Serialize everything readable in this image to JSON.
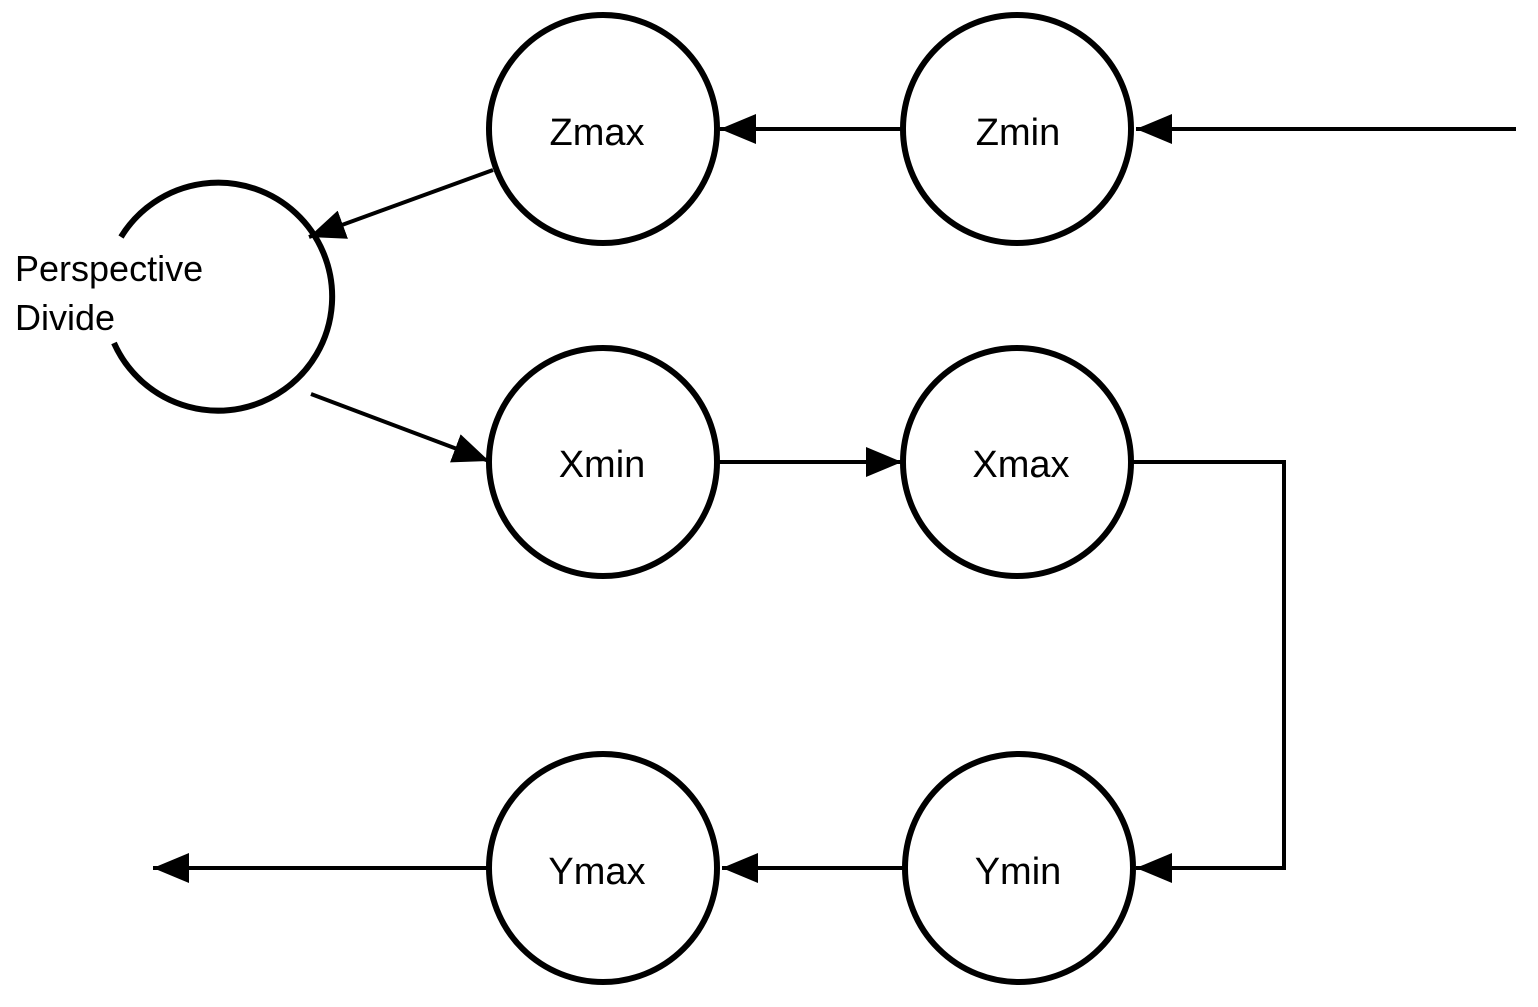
{
  "diagram": {
    "nodes": {
      "zmin": "Zmin",
      "zmax": "Zmax",
      "xmin": "Xmin",
      "xmax": "Xmax",
      "ymin": "Ymin",
      "ymax": "Ymax",
      "perspective_line1": "Perspective",
      "perspective_line2": "Divide"
    },
    "colors": {
      "stroke": "#000000",
      "background": "#ffffff"
    }
  }
}
